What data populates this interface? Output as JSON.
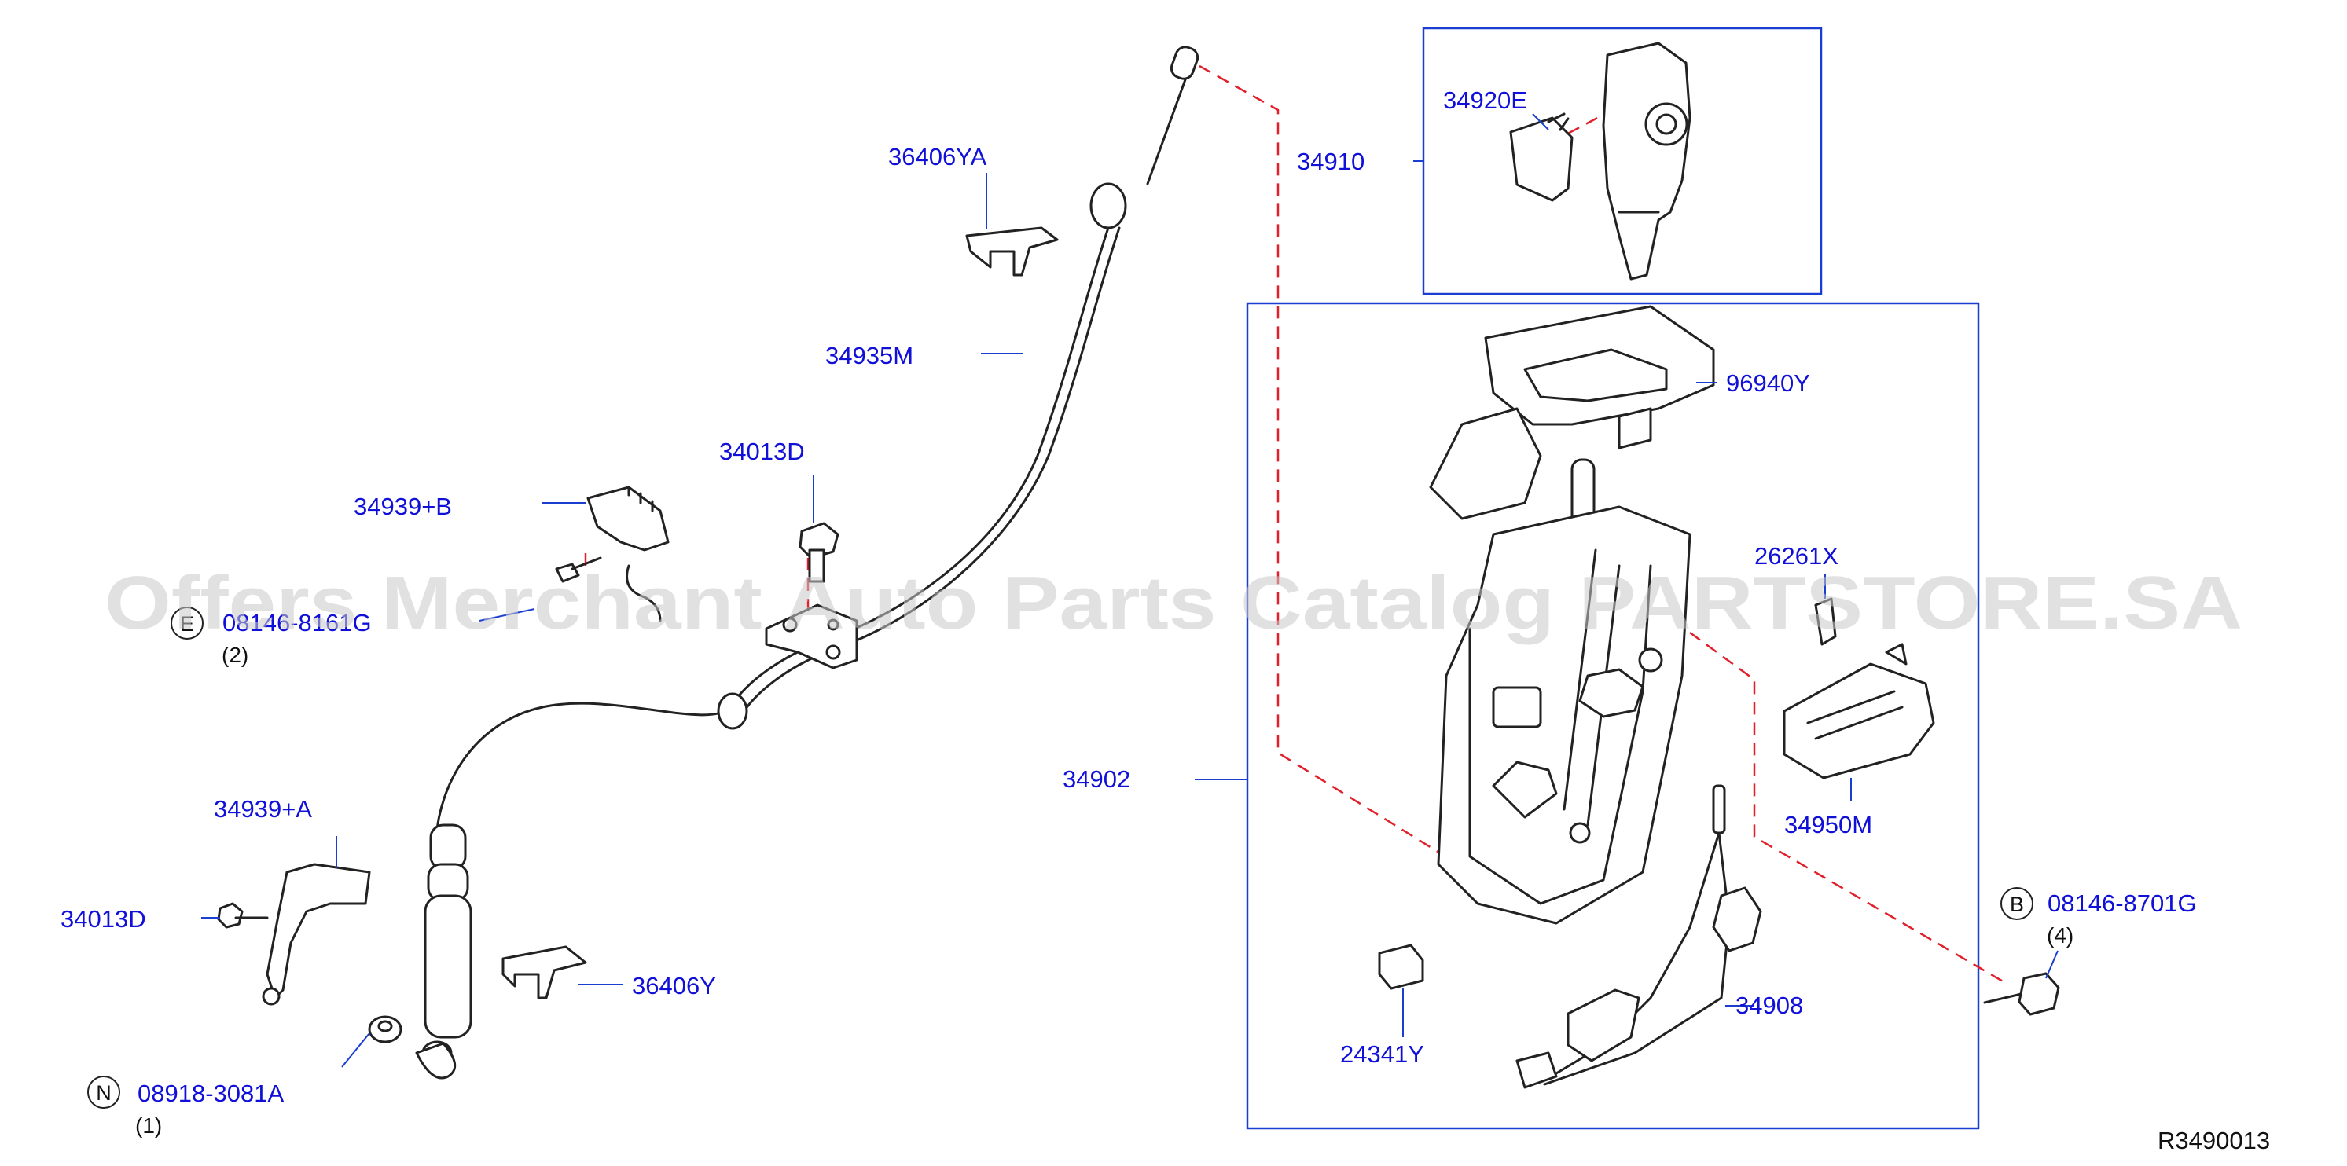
{
  "diagram": {
    "watermark": "Offers Merchant Auto Parts Catalog PARTSTORE.SA",
    "reference_code": "R3490013",
    "labels": {
      "p36406YA": "36406YA",
      "p34935M": "34935M",
      "p34013D_top": "34013D",
      "p34939B": "34939+B",
      "p08146_8161G": "08146-8161G",
      "p34939A": "34939+A",
      "p34013D_left": "34013D",
      "p36406Y": "36406Y",
      "p08918_3081A": "08918-3081A",
      "p34910": "34910",
      "p34920E": "34920E",
      "p34902": "34902",
      "p96940Y": "96940Y",
      "p26261X": "26261X",
      "p34950M": "34950M",
      "p08146_8701G": "08146-8701G",
      "p34908": "34908",
      "p24341Y": "24341Y"
    },
    "callouts": {
      "e_symbol": "E",
      "e_qty": "(2)",
      "n_symbol": "N",
      "n_qty": "(1)",
      "b_symbol": "B",
      "b_qty": "(4)"
    },
    "colors": {
      "label_text": "#1010d8",
      "leader_line": "#1a3fd0",
      "dashed_link": "#e0202a",
      "part_outline": "#222222",
      "watermark": "#c8c8c8"
    }
  }
}
